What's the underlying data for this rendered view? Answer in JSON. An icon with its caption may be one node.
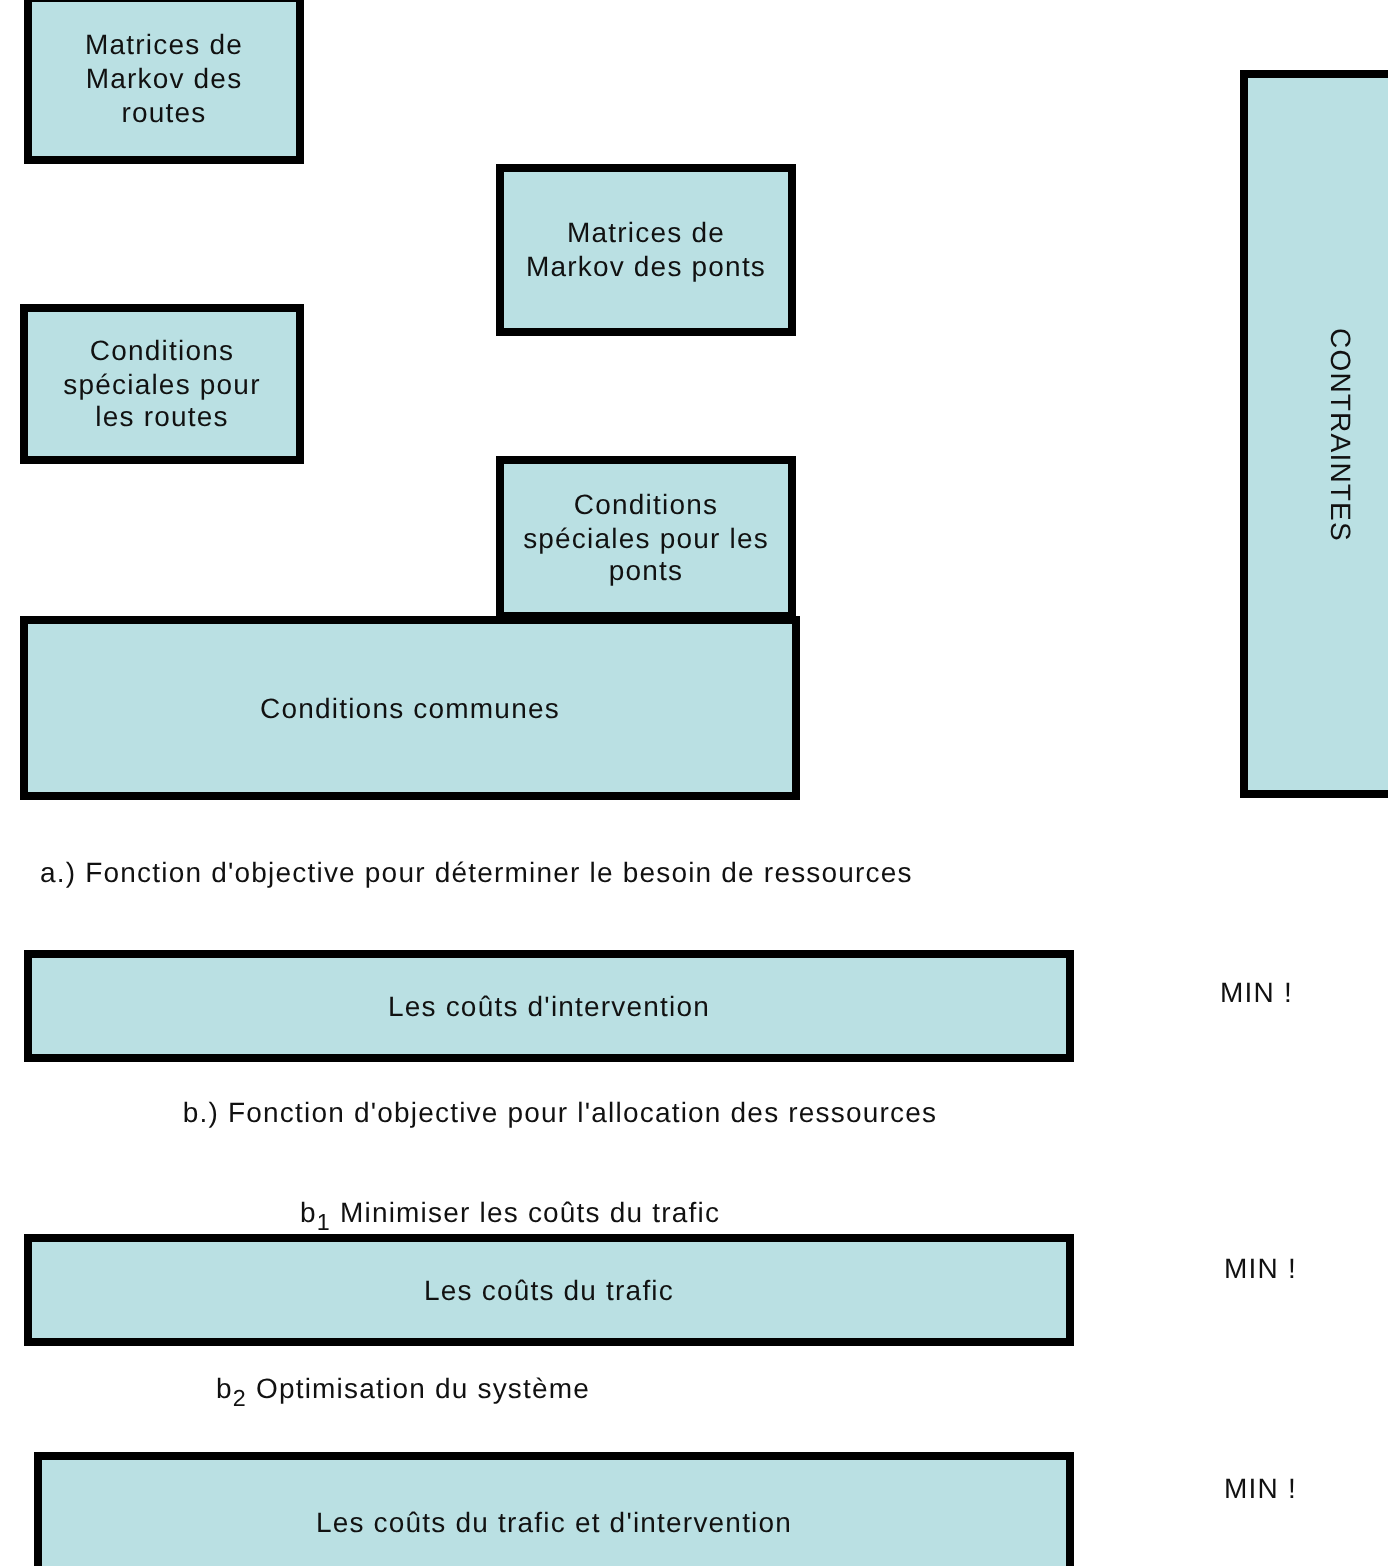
{
  "diagram": {
    "nodes": [
      {
        "text": [
          "Matrices de Markov des routes"
        ]
      },
      {
        "text": [
          "Matrices de Markov des ponts"
        ]
      },
      {
        "text": [
          "Conditions spéciales pour les routes"
        ]
      },
      {
        "text": [
          "Conditions spéciales pour les ponts"
        ]
      },
      {
        "text": [
          "Conditions communes"
        ]
      },
      {
        "text": [
          "CONTRAINTES"
        ]
      },
      {
        "text": [
          "Les coûts d'intervention"
        ]
      },
      {
        "text": [
          "Les coûts du trafic"
        ]
      },
      {
        "text": [
          "Les coûts du trafic et d'intervention"
        ]
      }
    ],
    "labels": [
      "a.) Fonction d'objective pour déterminer le besoin de ressources",
      "MIN !",
      "b.) Fonction d'objective pour l'allocation des ressources",
      "b$_{1}$ Minimiser les coûts du trafic",
      "MIN !",
      "b$_{2}$ Optimisation du système",
      "MIN !"
    ]
  }
}
